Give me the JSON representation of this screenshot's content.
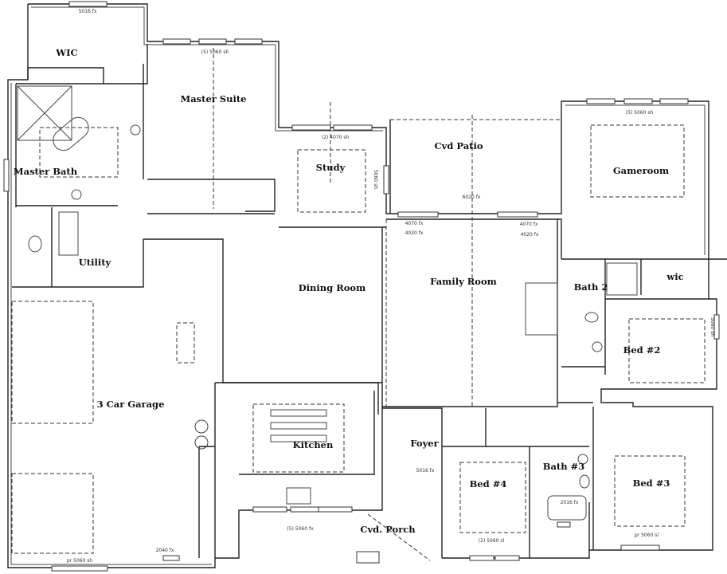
{
  "rooms": {
    "wic_master": "WIC",
    "master_suite": "Master Suite",
    "master_bath": "Master Bath",
    "study": "Study",
    "cvd_patio": "Cvd Patio",
    "gameroom": "Gameroom",
    "utility": "Utility",
    "dining_room": "Dining Room",
    "family_room": "Family Room",
    "bath_2": "Bath 2",
    "wic_bed2": "wic",
    "bed_2": "Bed #2",
    "garage": "3 Car Garage",
    "kitchen": "Kitchen",
    "foyer": "Foyer",
    "bath_3": "Bath #3",
    "bed_4": "Bed #4",
    "bed_3": "Bed #3",
    "cvd_porch": "Cvd. Porch"
  },
  "window_tags": {
    "wic_top": "5016 fx",
    "master_suite_top": "(5) 5060 sh",
    "study_top": "(2) 4070 sh",
    "study_side": "5060 sh",
    "patio_door": "6020 fx",
    "dining_4070": "4070 fx",
    "dining_4020": "4020 fx",
    "family_4070": "4070 fx",
    "family_4020": "4020 fx",
    "gameroom_top": "(5) 5060 sh",
    "bed2_side": "5060 sh",
    "foyer": "5016 fx",
    "bath3_tub": "2016 fx",
    "kitchen_bottom": "(5) 5060 fx",
    "bed4_bottom": "(2) 5060 sl",
    "bed3_bottom": "pr 5060 sl",
    "garage_side": "2040 fx",
    "garage_bottom": "pr 5060 sh"
  }
}
